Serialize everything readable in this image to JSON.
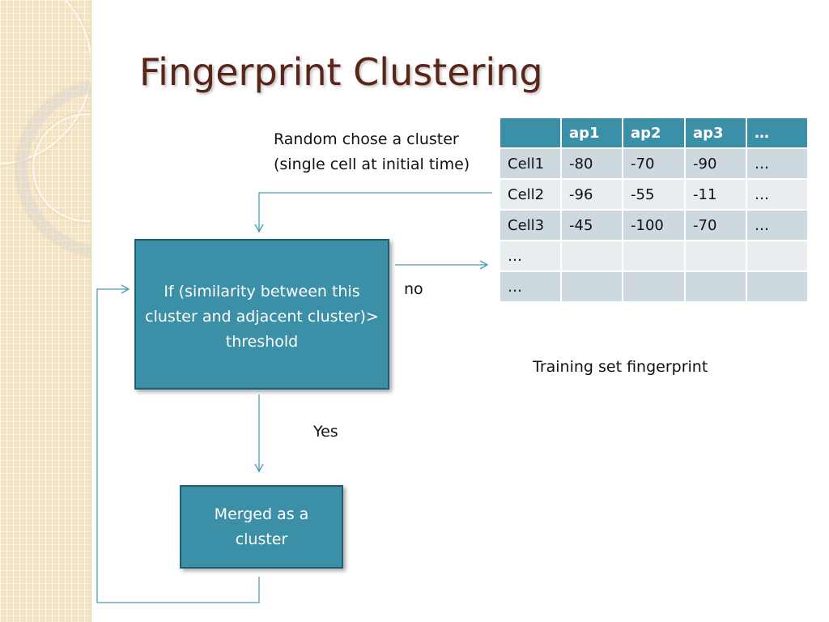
{
  "slide": {
    "title": "Fingerprint Clustering"
  },
  "flowchart": {
    "random_label_line1": "Random chose a cluster",
    "random_label_line2": "(single cell at initial time)",
    "condition_box": "If (similarity between this cluster and adjacent cluster)> threshold",
    "no_label": "no",
    "yes_label": "Yes",
    "merge_box": "Merged as a cluster"
  },
  "table": {
    "headers": [
      "",
      "ap1",
      "ap2",
      "ap3",
      "…"
    ],
    "rows": [
      [
        "Cell1",
        "-80",
        "-70",
        "-90",
        "…"
      ],
      [
        "Cell2",
        "-96",
        "-55",
        "-11",
        "…"
      ],
      [
        "Cell3",
        "-45",
        "-100",
        "-70",
        "…"
      ],
      [
        "…",
        "",
        "",
        "",
        ""
      ],
      [
        "…",
        "",
        "",
        "",
        ""
      ]
    ],
    "caption": "Training set fingerprint"
  },
  "colors": {
    "title": "#5a2418",
    "box_fill": "#3b8fa6",
    "box_border": "#1f5d70",
    "arrow": "#4a9ab5",
    "table_header": "#3b8fa6",
    "table_row_dark": "#cdd9de",
    "table_row_light": "#e8edef",
    "sidebar": "#f4e3c3"
  }
}
